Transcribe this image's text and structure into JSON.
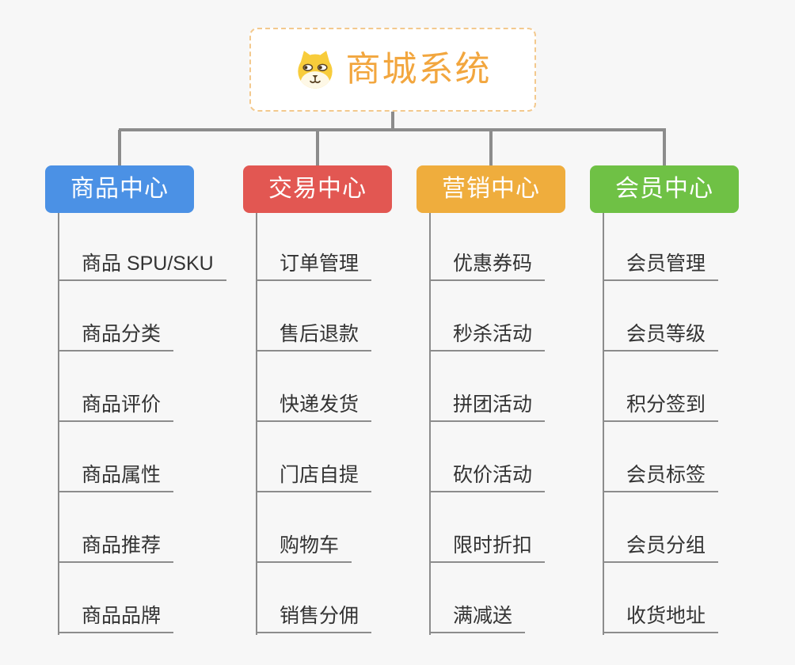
{
  "root": {
    "label": "商城系统",
    "icon": "shiba-dog-icon",
    "text_color": "#F2A63E",
    "border_color": "#F3C98E"
  },
  "palette": {
    "background": "#F7F7F7",
    "connector_gray": "#8C8C8C",
    "leaf_text": "#333333",
    "node_text": "#FFFFFF"
  },
  "branches": [
    {
      "label": "商品中心",
      "color": "#4B91E5",
      "children": [
        "商品 SPU/SKU",
        "商品分类",
        "商品评价",
        "商品属性",
        "商品推荐",
        "商品品牌"
      ]
    },
    {
      "label": "交易中心",
      "color": "#E25752",
      "children": [
        "订单管理",
        "售后退款",
        "快递发货",
        "门店自提",
        "购物车",
        "销售分佣"
      ]
    },
    {
      "label": "营销中心",
      "color": "#EFAD3D",
      "children": [
        "优惠券码",
        "秒杀活动",
        "拼团活动",
        "砍价活动",
        "限时折扣",
        "满减送"
      ]
    },
    {
      "label": "会员中心",
      "color": "#6FC145",
      "children": [
        "会员管理",
        "会员等级",
        "积分签到",
        "会员标签",
        "会员分组",
        "收货地址"
      ]
    }
  ]
}
